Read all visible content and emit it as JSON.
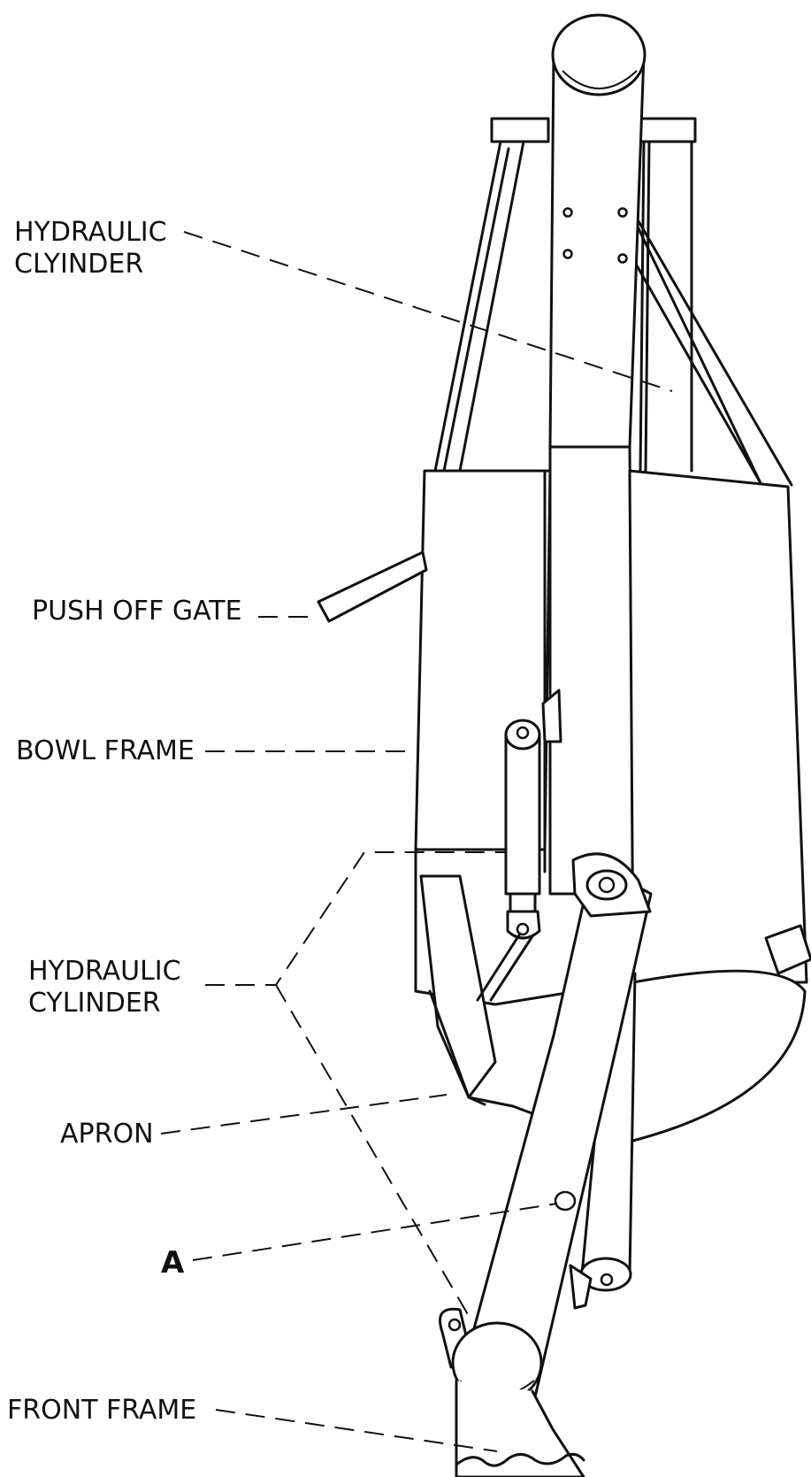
{
  "labels": {
    "hydraulic_clyinder_line1": "HYDRAULIC",
    "hydraulic_clyinder_line2": "CLYINDER",
    "push_off_gate": "PUSH OFF GATE",
    "bowl_frame": "BOWL FRAME",
    "hydraulic_cylinder_line1": "HYDRAULIC",
    "hydraulic_cylinder_line2": "CYLINDER",
    "apron": "APRON",
    "point_a": "A",
    "front_frame": "FRONT FRAME"
  }
}
